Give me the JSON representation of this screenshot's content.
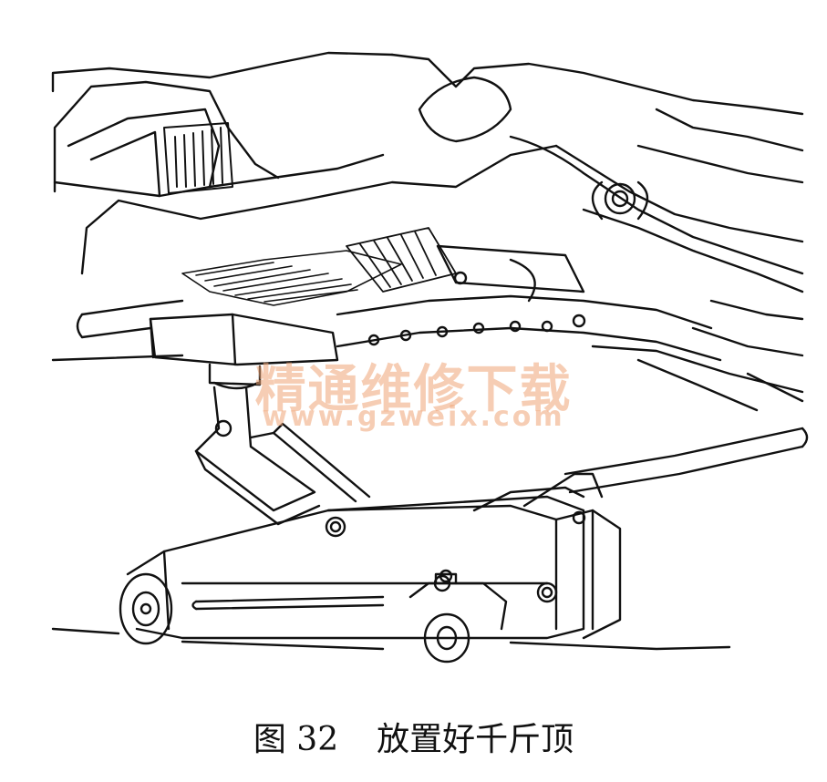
{
  "watermark": {
    "text_cn": "精通维修下载",
    "text_url": "www.gzweix.com",
    "color": "#f0a678"
  },
  "caption": {
    "number": "图 32",
    "title": "放置好千斤顶"
  },
  "colors": {
    "ink": "#111111",
    "paper": "#ffffff"
  }
}
